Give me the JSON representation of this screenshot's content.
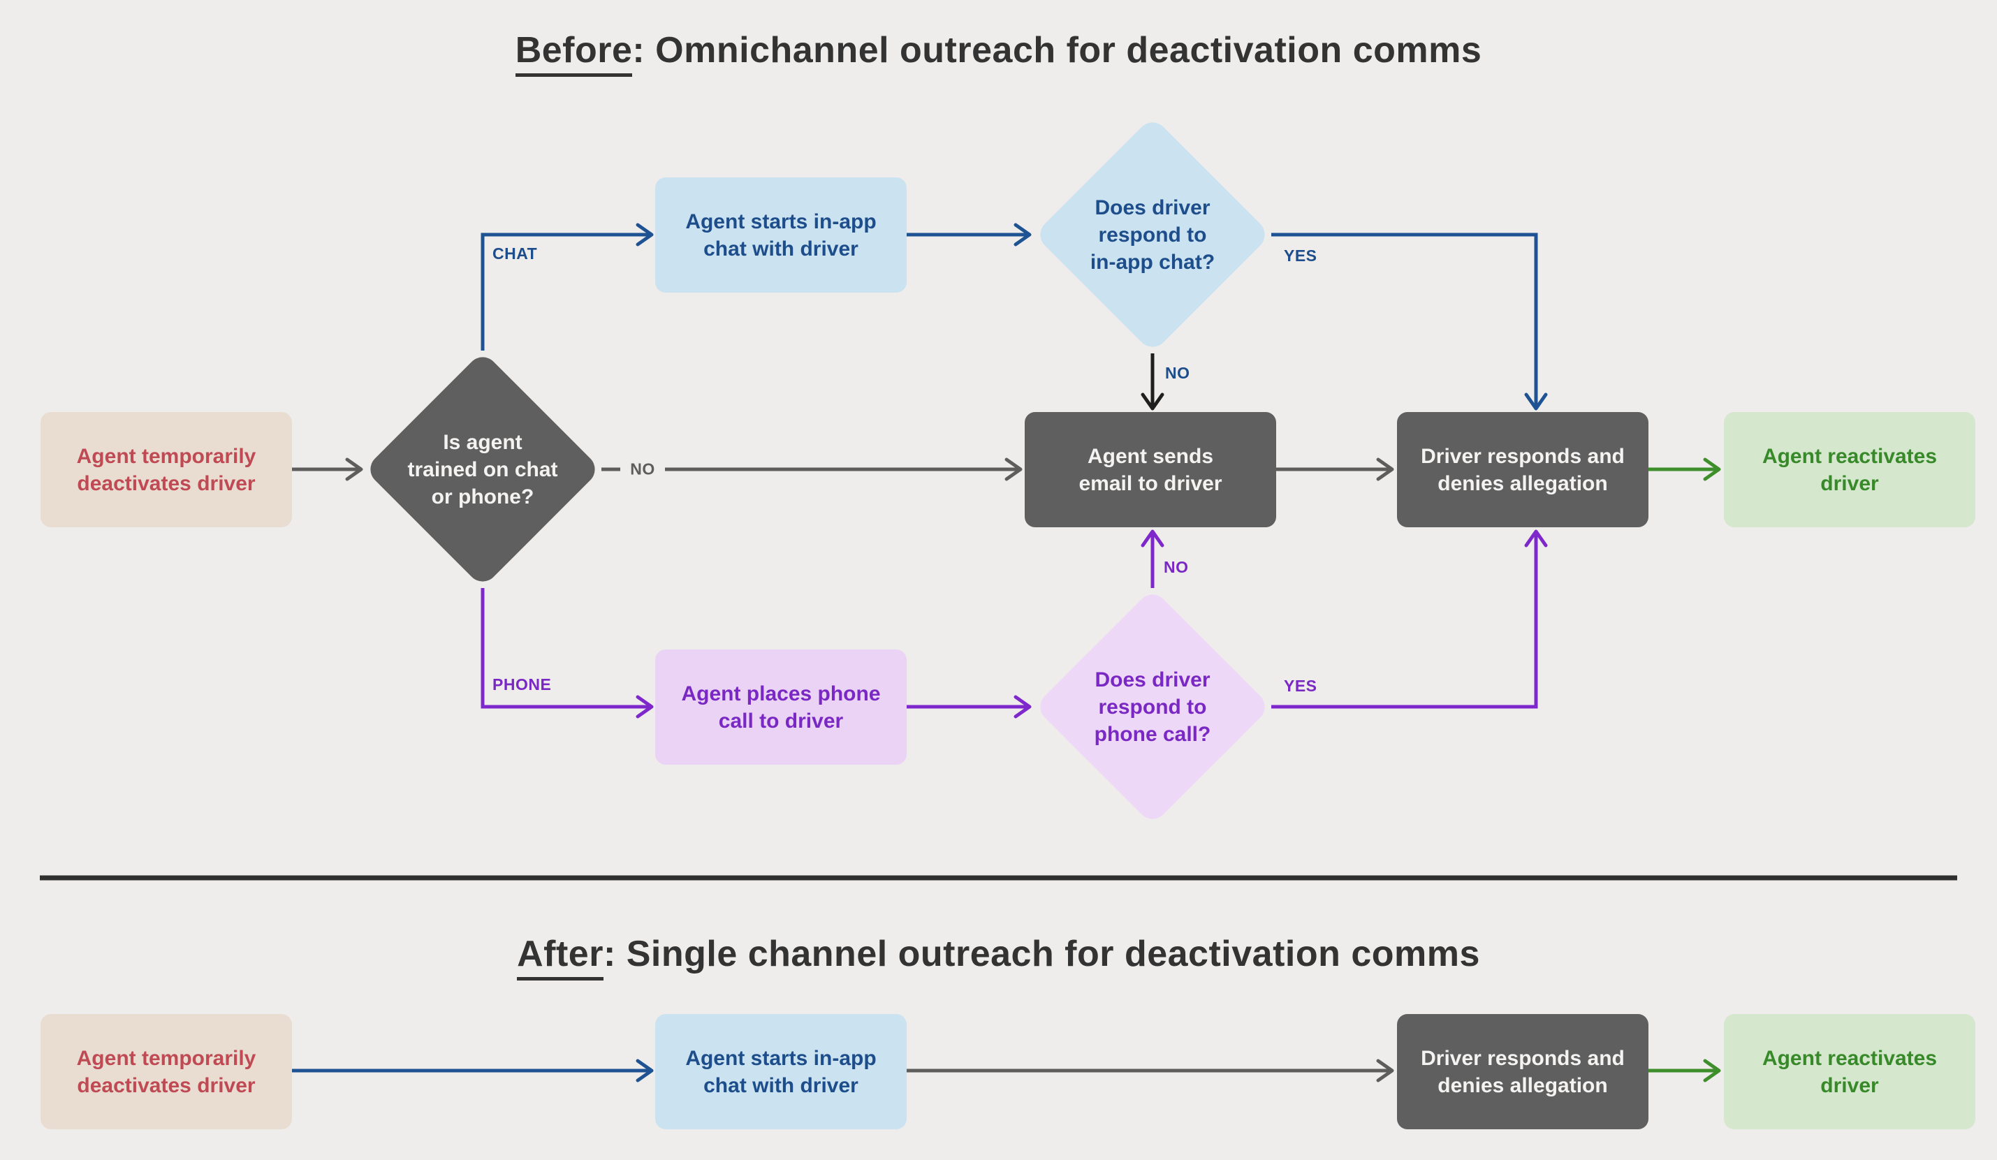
{
  "titles": {
    "before": {
      "keyword": "Before",
      "rest": ": Omnichannel outreach for deactivation comms"
    },
    "after": {
      "keyword": "After",
      "rest": ": Single channel outreach for deactivation comms"
    }
  },
  "colors": {
    "background": "#eeedeb",
    "title_text": "#333333",
    "divider": "#2f2f2f",
    "gray_node_fill": "#5f5f5f",
    "gray_node_text": "#f4f3f1",
    "beige_fill": "#e9ddd2",
    "beige_text": "#c04a54",
    "blue_fill": "#cbe2f0",
    "navy_text": "#1d4d8a",
    "navy_line": "#1f5292",
    "purple_box_fill": "#ead3f5",
    "purple_diamond_fill": "#eed8f7",
    "purple_text": "#7a28c4",
    "purple_line": "#7e28cc",
    "green_fill": "#d5e7cd",
    "green_text": "#38892a",
    "green_line": "#3f8e2c",
    "gray_line": "#5d5d5d",
    "black_line": "#1f1f1f"
  },
  "before_flow": {
    "start": {
      "line1": "Agent temporarily",
      "line2": "deactivates driver"
    },
    "channel_decision": {
      "line1": "Is agent",
      "line2": "trained on chat",
      "line3": "or phone?"
    },
    "chat_start": {
      "line1": "Agent starts in-app",
      "line2": "chat with driver"
    },
    "chat_decision": {
      "line1": "Does driver",
      "line2": "respond to",
      "line3": "in-app chat?"
    },
    "email": {
      "line1": "Agent sends",
      "line2": "email to driver"
    },
    "phone_start": {
      "line1": "Agent places phone",
      "line2": "call to driver"
    },
    "phone_decision": {
      "line1": "Does driver",
      "line2": "respond to",
      "line3": "phone call?"
    },
    "driver_responds": {
      "line1": "Driver responds and",
      "line2": "denies allegation"
    },
    "reactivate": {
      "line1": "Agent reactivates",
      "line2": "driver"
    },
    "labels": {
      "chat_branch": "CHAT",
      "phone_branch": "PHONE",
      "channel_no": "NO",
      "chat_yes": "YES",
      "chat_no": "NO",
      "phone_yes": "YES",
      "phone_no": "NO"
    }
  },
  "after_flow": {
    "start": {
      "line1": "Agent temporarily",
      "line2": "deactivates driver"
    },
    "chat_start": {
      "line1": "Agent starts in-app",
      "line2": "chat with driver"
    },
    "driver_responds": {
      "line1": "Driver responds and",
      "line2": "denies allegation"
    },
    "reactivate": {
      "line1": "Agent reactivates",
      "line2": "driver"
    }
  }
}
